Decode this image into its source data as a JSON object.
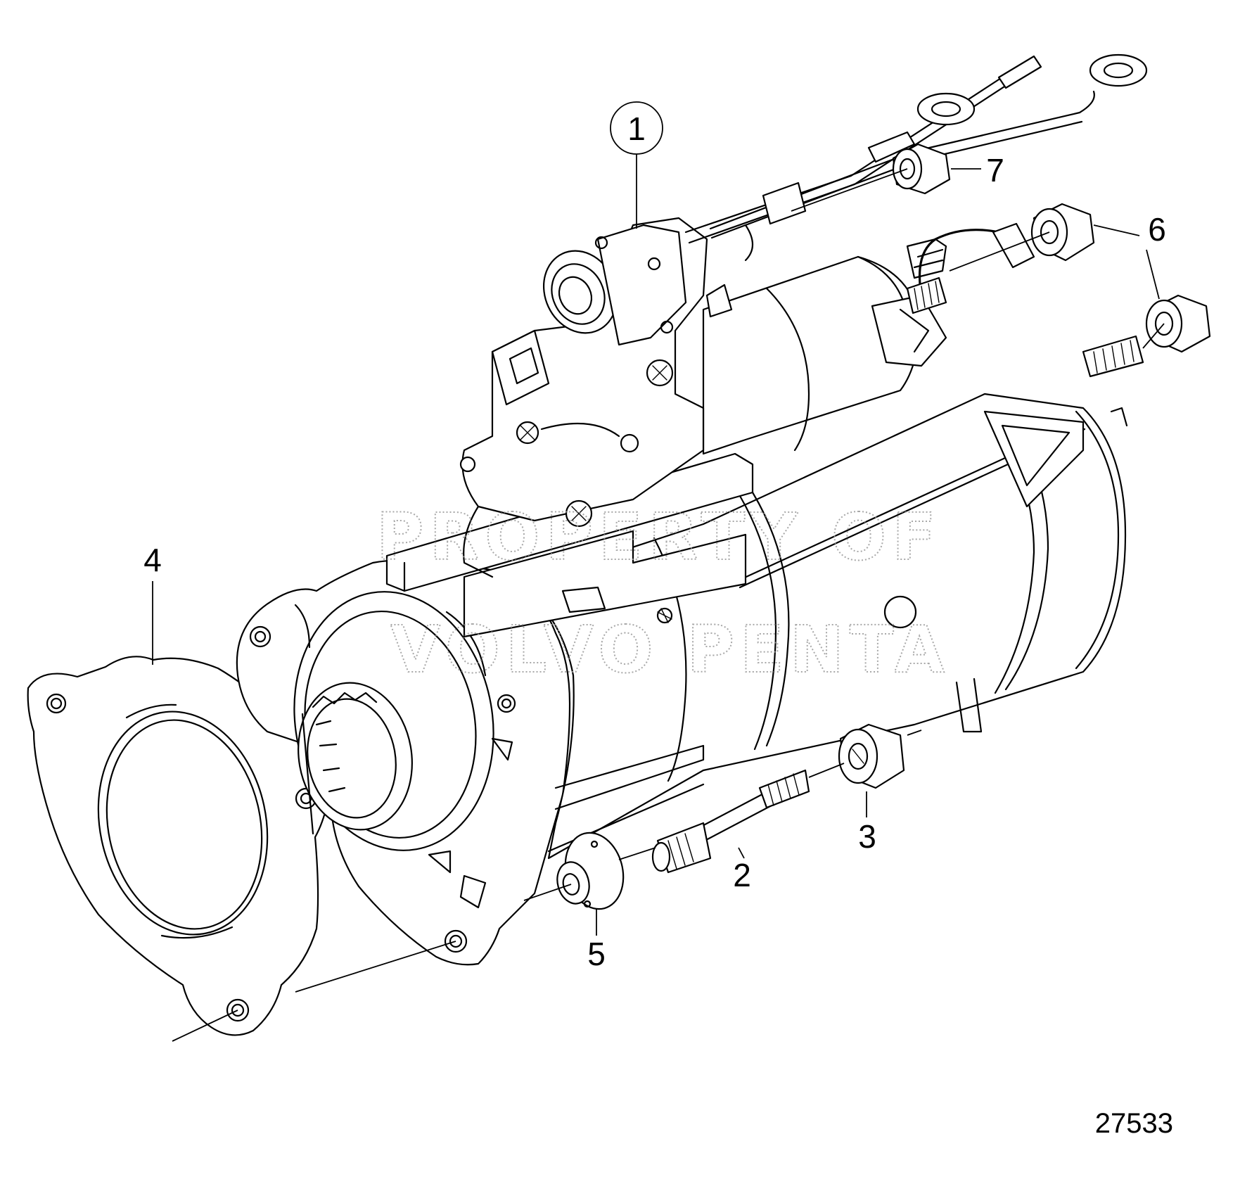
{
  "diagram": {
    "reference_number": "27533",
    "watermark": {
      "line1": "PROPERTY OF",
      "line2": "VOLVO PENTA"
    },
    "callouts": [
      {
        "id": "1",
        "label": "1",
        "circled": true
      },
      {
        "id": "2",
        "label": "2"
      },
      {
        "id": "3",
        "label": "3"
      },
      {
        "id": "4",
        "label": "4"
      },
      {
        "id": "5",
        "label": "5"
      },
      {
        "id": "6",
        "label": "6"
      },
      {
        "id": "7",
        "label": "7"
      }
    ],
    "colors": {
      "line": "#000000",
      "background": "#ffffff",
      "watermark": "#9a9a9a"
    }
  }
}
